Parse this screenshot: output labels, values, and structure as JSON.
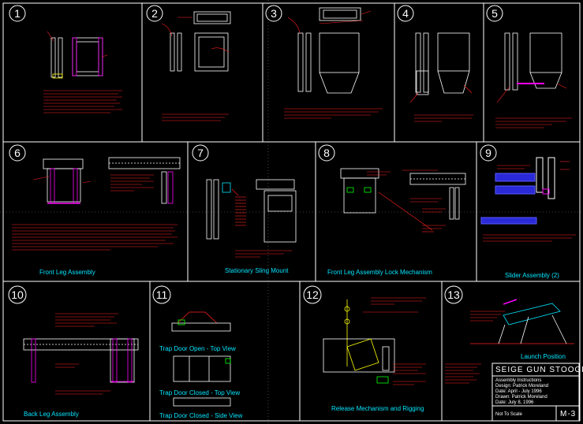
{
  "panels": [
    {
      "number": "1",
      "caption": ""
    },
    {
      "number": "2",
      "caption": ""
    },
    {
      "number": "3",
      "caption": ""
    },
    {
      "number": "4",
      "caption": ""
    },
    {
      "number": "5",
      "caption": ""
    },
    {
      "number": "6",
      "caption": "Front Leg Assembly"
    },
    {
      "number": "7",
      "caption": "Stationary Sling Mount"
    },
    {
      "number": "8",
      "caption": "Front Leg Assembly Lock Mechanism"
    },
    {
      "number": "9",
      "caption": "Slider Assembly (2)"
    },
    {
      "number": "10",
      "caption": "Back Leg Assembly"
    },
    {
      "number": "11",
      "caption": ""
    },
    {
      "number": "12",
      "caption": "Release Mechanism and Rigging"
    },
    {
      "number": "13",
      "caption": "Launch Position"
    }
  ],
  "panel11_captions": [
    "Trap Door Open - Top View",
    "Trap Door Closed - Top View",
    "Trap Door Closed - Side View"
  ],
  "title_block": {
    "title": "SEIGE GUN STOOGE",
    "lines": [
      "Assembly Instructions",
      "Design: Patrick Moreland",
      "Date: April - July 1996",
      "Drawn: Patrick Moreland",
      "Date: July 8, 1996"
    ],
    "scale": "Not To Scale",
    "sheet": "M-3"
  },
  "colors": {
    "frame": "#ffffff",
    "caption": "#00e5ff",
    "note": "#ff2020",
    "part": "#ffffff",
    "accent": "#ff00ff",
    "highlight": "#ffff00",
    "green": "#00ff00"
  }
}
